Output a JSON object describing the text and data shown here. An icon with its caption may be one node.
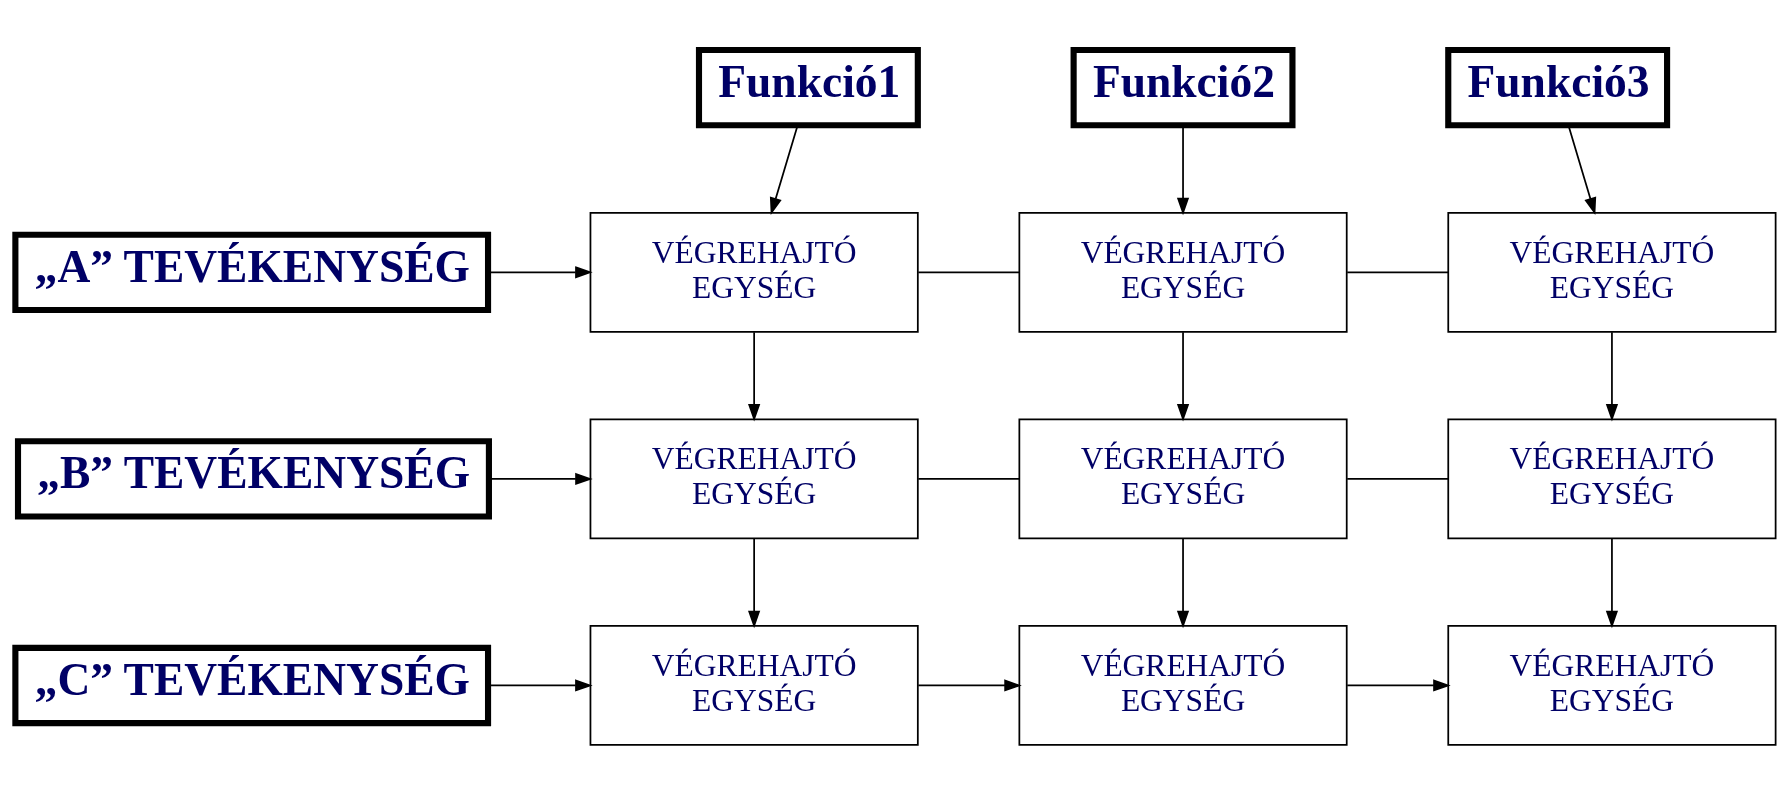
{
  "diagram": {
    "nodes": [
      {
        "text": [
          "Funkció1"
        ]
      },
      {
        "text": [
          "Funkció2"
        ]
      },
      {
        "text": [
          "Funkció3"
        ]
      },
      {
        "text": [
          "„A” TEVÉKENYSÉG"
        ]
      },
      {
        "text": [
          "VÉGREHAJTÓ EGYSÉG"
        ]
      },
      {
        "text": [
          "VÉGREHAJTÓ EGYSÉG"
        ]
      },
      {
        "text": [
          "VÉGREHAJTÓ EGYSÉG"
        ]
      },
      {
        "text": [
          "„B” TEVÉKENYSÉG"
        ]
      },
      {
        "text": [
          "VÉGREHAJTÓ EGYSÉG"
        ]
      },
      {
        "text": [
          "VÉGREHAJTÓ EGYSÉG"
        ]
      },
      {
        "text": [
          "VÉGREHAJTÓ EGYSÉG"
        ]
      },
      {
        "text": [
          "„C” TEVÉKENYSÉG"
        ]
      },
      {
        "text": [
          "VÉGREHAJTÓ EGYSÉG"
        ]
      },
      {
        "text": [
          "VÉGREHAJTÓ EGYSÉG"
        ]
      },
      {
        "text": [
          "VÉGREHAJTÓ EGYSÉG"
        ]
      }
    ],
    "edges": [
      {
        "from": 0,
        "to": 4,
        "arrow": "to"
      },
      {
        "from": 1,
        "to": 5,
        "arrow": "to"
      },
      {
        "from": 2,
        "to": 6,
        "arrow": "to"
      },
      {
        "from": 3,
        "to": 4,
        "arrow": "to"
      },
      {
        "from": 4,
        "to": 5,
        "arrow": "none"
      },
      {
        "from": 5,
        "to": 6,
        "arrow": "none"
      },
      {
        "from": 4,
        "to": 8,
        "arrow": "to"
      },
      {
        "from": 5,
        "to": 9,
        "arrow": "to"
      },
      {
        "from": 6,
        "to": 10,
        "arrow": "to"
      },
      {
        "from": 7,
        "to": 8,
        "arrow": "to"
      },
      {
        "from": 8,
        "to": 9,
        "arrow": "none"
      },
      {
        "from": 9,
        "to": 10,
        "arrow": "none"
      },
      {
        "from": 8,
        "to": 12,
        "arrow": "to"
      },
      {
        "from": 9,
        "to": 13,
        "arrow": "to"
      },
      {
        "from": 10,
        "to": 14,
        "arrow": "to"
      },
      {
        "from": 11,
        "to": 12,
        "arrow": "to"
      },
      {
        "from": 12,
        "to": 13,
        "arrow": "to"
      },
      {
        "from": 13,
        "to": 14,
        "arrow": "to"
      }
    ]
  }
}
